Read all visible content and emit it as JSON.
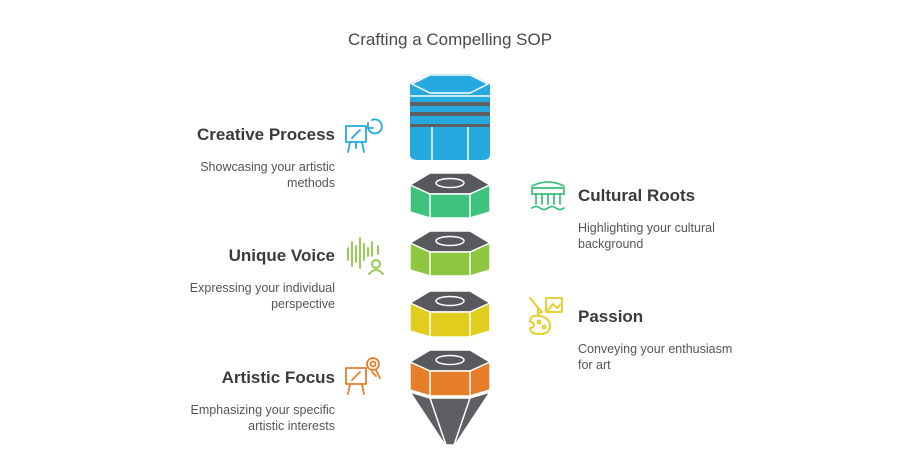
{
  "title": "Crafting a Compelling SOP",
  "colors": {
    "blue": "#25a9de",
    "green": "#3ec27d",
    "lime": "#8ec640",
    "yellow": "#e2cc1c",
    "orange": "#e67e2a",
    "gray": "#5d5f62",
    "nut_dark": "#57595c"
  },
  "items": [
    {
      "label": "Creative Process",
      "desc": "Showcasing your artistic methods",
      "color": "#25a9de",
      "icon": "easel-refresh-icon"
    },
    {
      "label": "Cultural Roots",
      "desc": "Highlighting your cultural background",
      "color": "#3ec27d",
      "icon": "cultural-pillar-icon"
    },
    {
      "label": "Unique Voice",
      "desc": "Expressing your individual perspective",
      "color": "#8ec640",
      "icon": "voice-wave-icon"
    },
    {
      "label": "Passion",
      "desc": "Conveying your enthusiasm for art",
      "color": "#e2cc1c",
      "icon": "palette-brush-icon"
    },
    {
      "label": "Artistic Focus",
      "desc": "Emphasizing your specific artistic interests",
      "color": "#e67e2a",
      "icon": "easel-target-icon"
    }
  ]
}
